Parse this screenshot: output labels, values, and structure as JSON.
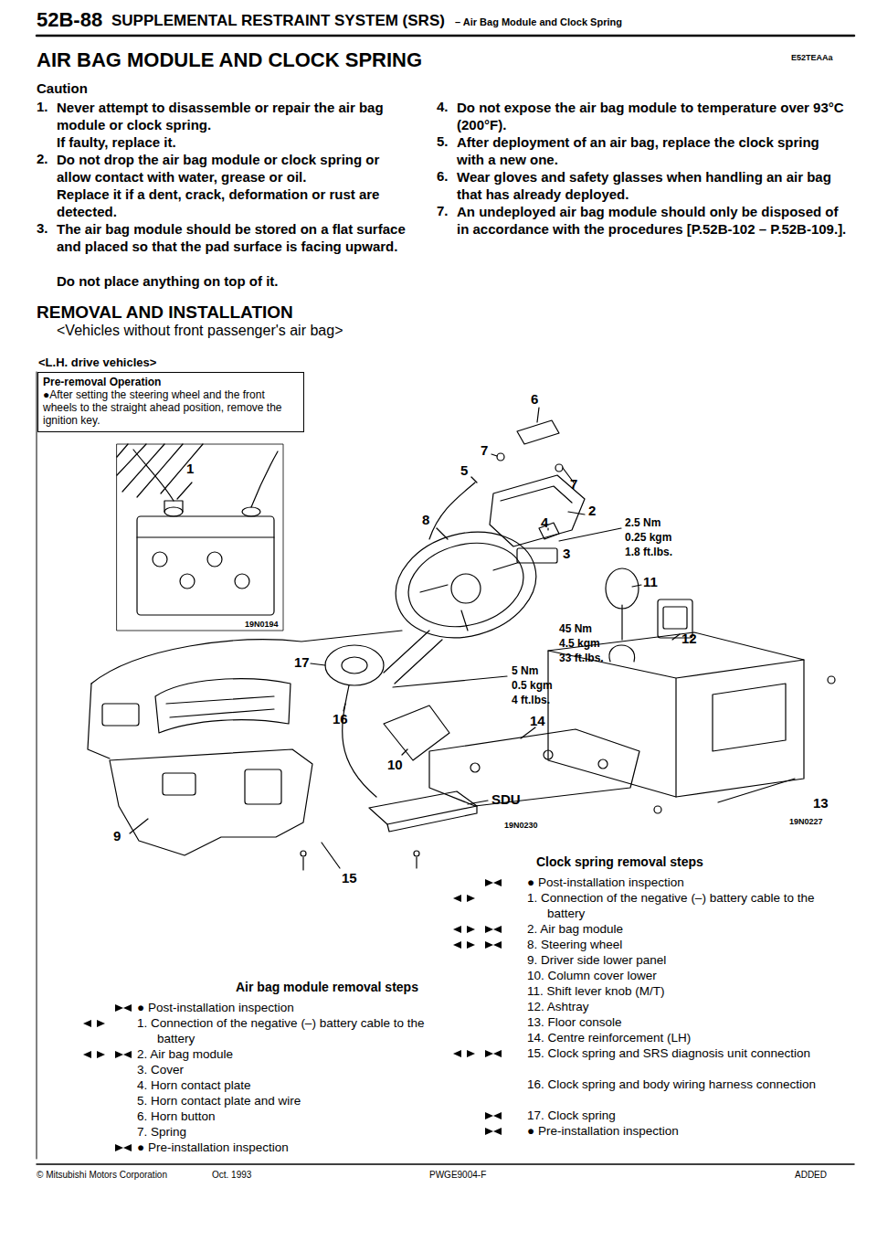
{
  "diagram": {
    "title": "AIR BAG MODULE AND CLOCK SPRING",
    "nodes": [
      {
        "text": [
          "Pre-removal Operation",
          "●After setting the steering wheel and the front wheels to the straight ahead position, remove the ignition key."
        ]
      }
    ],
    "labels": [
      "52B-88",
      "SUPPLEMENTAL RESTRAINT SYSTEM (SRS)",
      "– Air Bag Module and Clock Spring",
      "E52TEAAa",
      "Caution",
      "1.",
      "Never attempt to disassemble or repair the air bag module or clock spring.",
      "If faulty, replace it.",
      "2.",
      "Do not drop the air bag module or clock spring or allow contact with water, grease or oil.",
      "Replace it if a dent, crack, deformation or rust are detected.",
      "3.",
      "The air bag module should be stored on a flat surface and placed so that the pad surface is facing upward.",
      "Do not place anything on top of it.",
      "4.",
      "Do not expose the air bag module to temperature over 93°C (200°F).",
      "5.",
      "After deployment of an air bag, replace the clock spring with a new one.",
      "6.",
      "Wear gloves and safety glasses when handling an air bag that has already deployed.",
      "7.",
      "An undeployed air bag module should only be disposed of in accordance with the procedures [P.52B-102 – P.52B-109.].",
      "REMOVAL AND INSTALLATION",
      "<Vehicles without front passenger's air bag>",
      "<L.H. drive vehicles>",
      "1",
      "19N0194",
      "6",
      "7",
      "7",
      "5",
      "2",
      "4",
      "3",
      "8",
      "2.5 Nm",
      "0.25 kgm",
      "1.8 ft.lbs.",
      "11",
      "12",
      "17",
      "16",
      "5 Nm",
      "0.5 kgm",
      "4 ft.lbs.",
      "45 Nm",
      "4.5 kgm",
      "33 ft.lbs.",
      "14",
      "10",
      "13",
      "SDU",
      "19N0227",
      "19N0230",
      "9",
      "15",
      "Clock spring removal steps",
      "● Post-installation inspection",
      "1. Connection of the negative (–) battery cable to the battery",
      "2. Air bag module",
      "8. Steering wheel",
      "9. Driver side lower panel",
      "10. Column cover lower",
      "11. Shift lever knob (M/T)",
      "12. Ashtray",
      "13. Floor console",
      "14. Centre reinforcement (LH)",
      "15. Clock spring and SRS diagnosis unit connection",
      "16. Clock spring and body wiring harness connection",
      "17. Clock spring",
      "● Pre-installation inspection",
      "Air bag module removal steps",
      "● Post-installation inspection",
      "1. Connection of the negative (–) battery cable to the battery",
      "2. Air bag module",
      "3. Cover",
      "4. Horn contact plate",
      "5. Horn contact plate and wire",
      "6. Horn button",
      "7. Spring",
      "● Pre-installation inspection",
      "© Mitsubishi Motors Corporation",
      "Oct. 1993",
      "PWGE9004-F",
      "ADDED"
    ]
  }
}
